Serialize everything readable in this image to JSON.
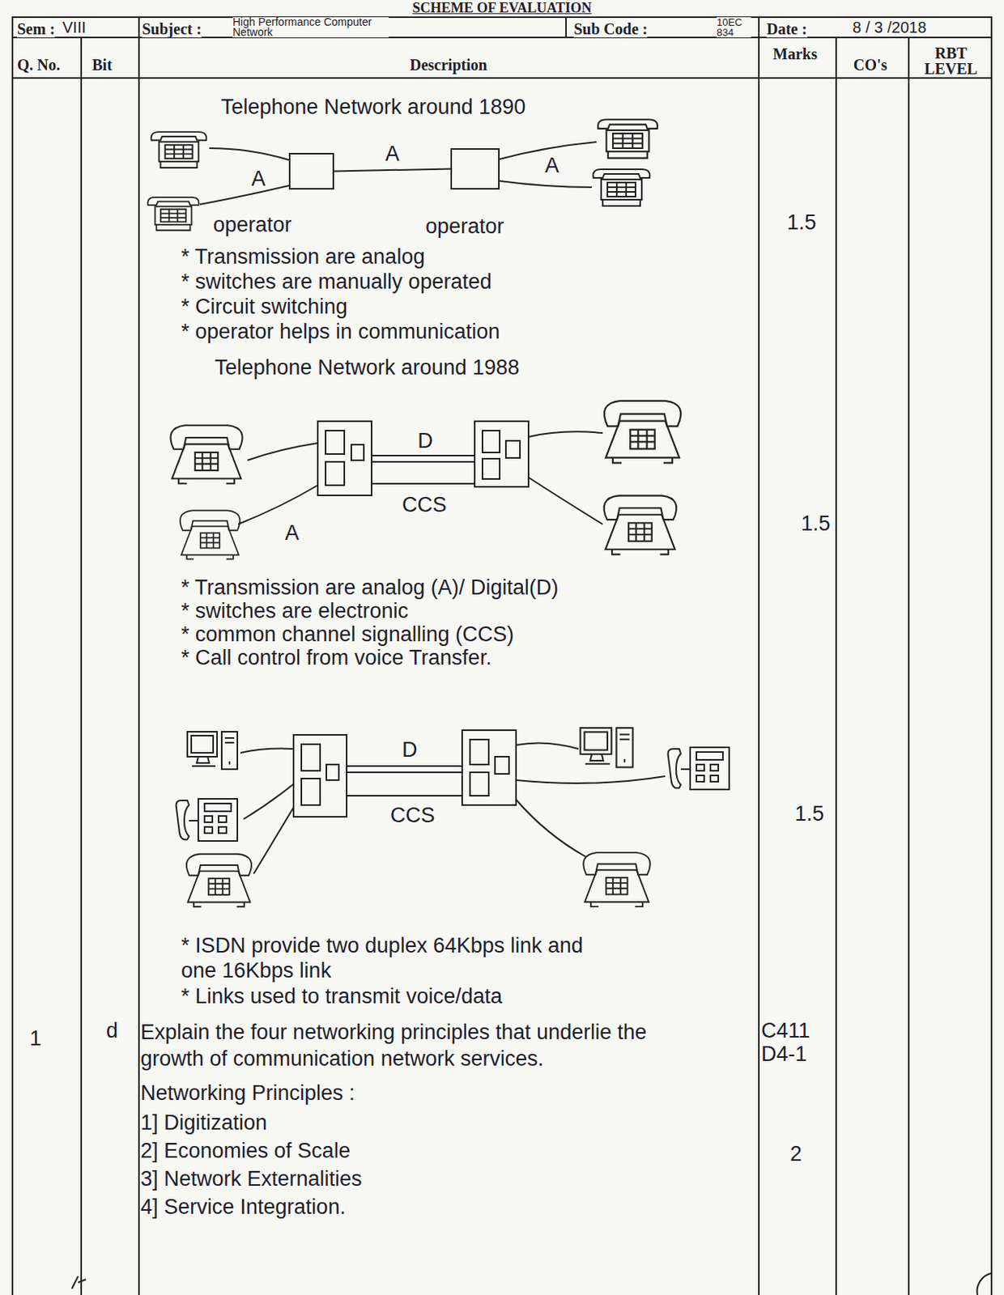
{
  "diagram": {
    "title": "SCHEME OF EVALUATION",
    "nodes": [
      {
        "text": [
          "operator"
        ]
      },
      {
        "text": [
          "operator"
        ]
      }
    ],
    "edges": [
      {
        "from": 0,
        "to": 1,
        "arrow": "none",
        "label": "A"
      }
    ],
    "labels": [
      "Sem :",
      "VIII",
      "Subject :",
      "High Performance Computer Network",
      "Sub Code :",
      "10EC 834",
      "Date :",
      "8 / 3 /2018",
      "Q. No.",
      "Bit",
      "Description",
      "Marks",
      "CO's",
      "RBT LEVEL",
      "Telephone Network around 1890",
      "A",
      "A",
      "1.5",
      "* Transmission are analog",
      "* switches are manually operated",
      "* Circuit switching",
      "* operator helps in communication",
      "Telephone Network around 1988",
      "D",
      "CCS",
      "A",
      "1.5",
      "* Transmission are analog (A)/ Digital(D)",
      "* switches are electronic",
      "* common channel signalling (CCS)",
      "* Call control from voice Transfer.",
      "D",
      "CCS",
      "1.5",
      "* ISDN provide two duplex 64Kbps link and one 16Kbps link",
      "* Links used to transmit voice/data",
      "1",
      "d",
      "Explain the four networking principles that underlie the growth of communication network services.",
      "C411",
      "D4-1",
      "Networking Principles :",
      "1] Digitization",
      "2] Economies of Scale",
      "3] Network Externalities",
      "4] Service Integration.",
      "2"
    ]
  }
}
